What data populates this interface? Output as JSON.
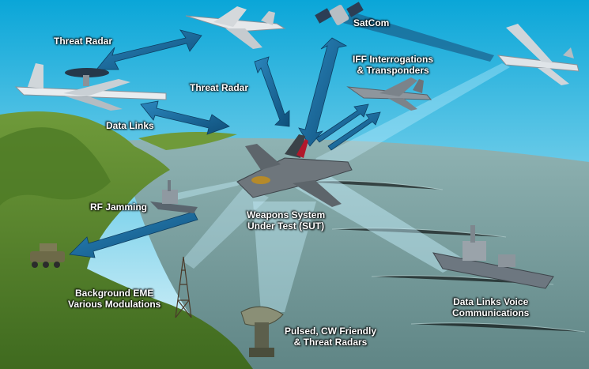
{
  "labels": {
    "threat_radar_left": "Threat Radar",
    "threat_radar_center": "Threat Radar",
    "satcom": "SatCom",
    "iff": "IFF Interrogations\n& Transponders",
    "data_links": "Data Links",
    "rf_jamming": "RF Jamming",
    "sut": "Weapons System\nUnder Test (SUT)",
    "background_eme": "Background EME\nVarious Modulations",
    "pulsed_radars": "Pulsed, CW Friendly\n& Threat Radars",
    "data_links_voice": "Data Links Voice\nCommunications"
  },
  "colors": {
    "sky_top": "#0aa6d8",
    "sky_bottom": "#d9f1f7",
    "sea": "#7fa3a3",
    "land": "#5f8a2a",
    "arrow": "#1a6fa0",
    "beam": "#bfefff"
  }
}
